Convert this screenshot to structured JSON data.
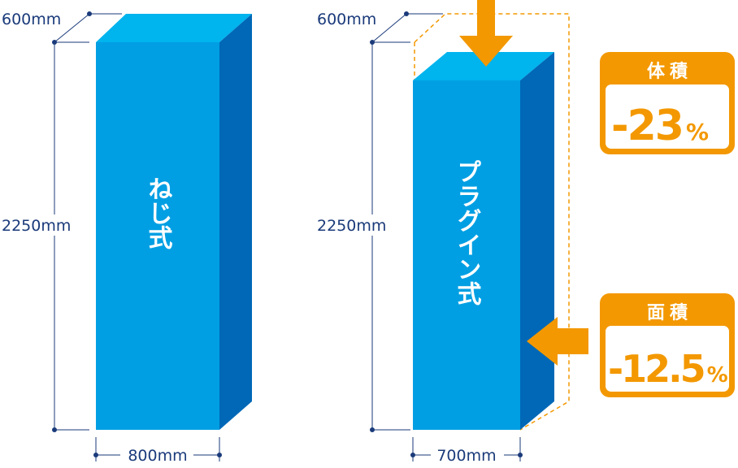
{
  "left_box": {
    "label": "ねじ式",
    "depth": "600mm",
    "height": "2250mm",
    "width": "800mm"
  },
  "right_box": {
    "label": "プラグイン式",
    "depth": "600mm",
    "height": "2250mm",
    "width": "700mm"
  },
  "badges": {
    "volume": {
      "title": "体積",
      "value": "-23",
      "unit": "%"
    },
    "area": {
      "title": "面積",
      "value": "-12.5",
      "unit": "%"
    }
  },
  "colors": {
    "front": "#009fe3",
    "top": "#00b4ee",
    "side": "#0068b7",
    "dimension": "#1a3a7a",
    "accent": "#f39800"
  }
}
